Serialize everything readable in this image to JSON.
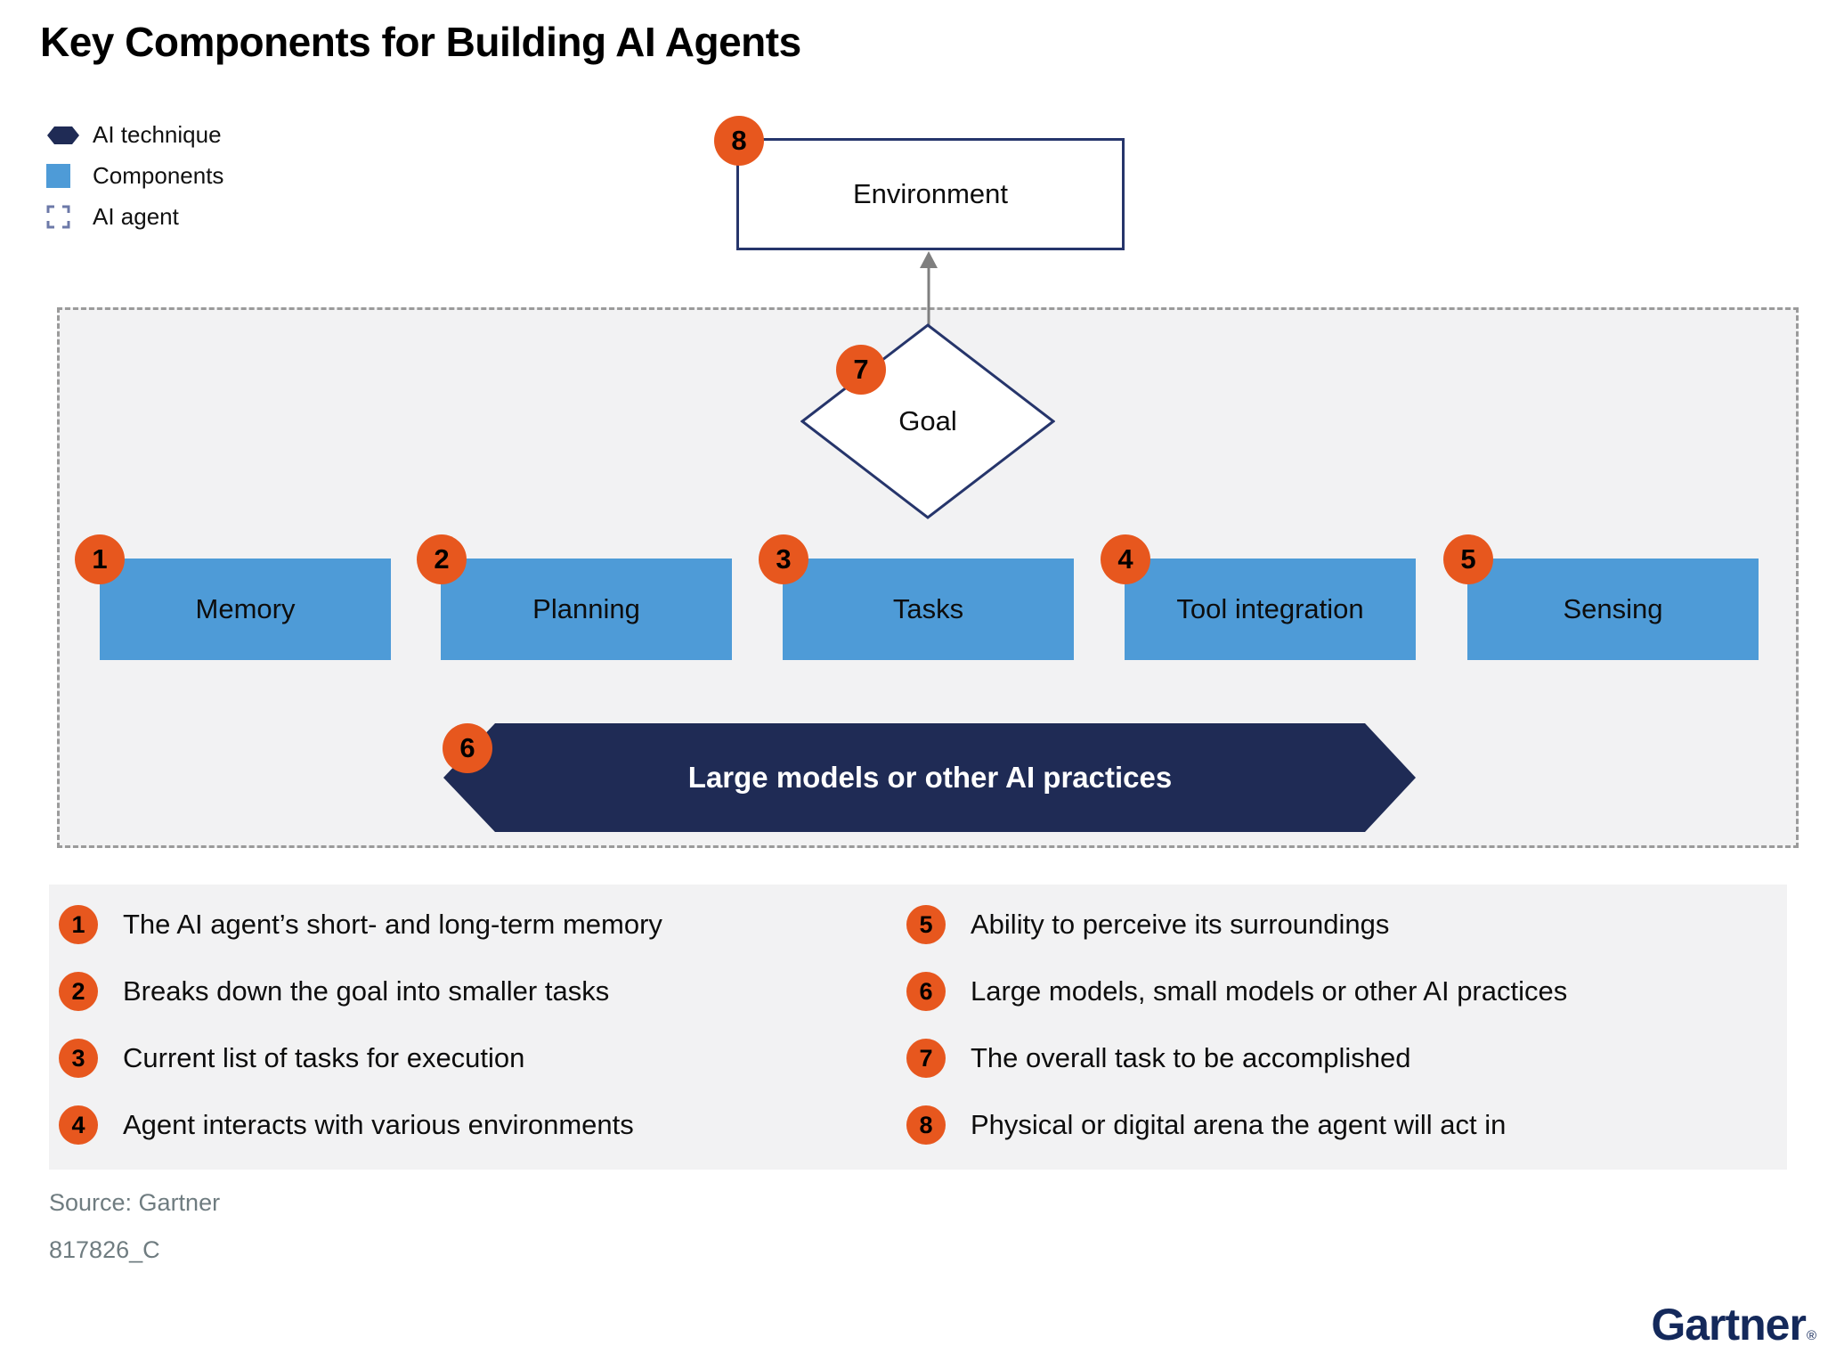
{
  "title": "Key Components for Building AI Agents",
  "colors": {
    "orange_badge": "#e7571e",
    "component_blue": "#4e9bd7",
    "navy_fill": "#1f2b55",
    "navy_border": "#26356b",
    "light_gray_bg": "#f2f2f3",
    "dash_gray": "#9b9b9b",
    "arrow_gray": "#7f7f7f",
    "source_gray": "#6f7c80",
    "logo_navy": "#14295b"
  },
  "legend": {
    "items": [
      {
        "icon": "hexagon-icon",
        "label": "AI technique"
      },
      {
        "icon": "square-icon",
        "label": "Components"
      },
      {
        "icon": "corner-brackets-icon",
        "label": "AI agent"
      }
    ]
  },
  "diagram": {
    "environment": {
      "number": "8",
      "label": "Environment"
    },
    "goal": {
      "number": "7",
      "label": "Goal"
    },
    "components": [
      {
        "number": "1",
        "label": "Memory"
      },
      {
        "number": "2",
        "label": "Planning"
      },
      {
        "number": "3",
        "label": "Tasks"
      },
      {
        "number": "4",
        "label": "Tool integration"
      },
      {
        "number": "5",
        "label": "Sensing"
      }
    ],
    "banner": {
      "number": "6",
      "label": "Large models or other AI practices"
    }
  },
  "key": {
    "left": [
      {
        "number": "1",
        "text": "The AI agent’s short- and long-term memory"
      },
      {
        "number": "2",
        "text": "Breaks down the goal into smaller tasks"
      },
      {
        "number": "3",
        "text": "Current list of tasks for execution"
      },
      {
        "number": "4",
        "text": "Agent interacts with various environments"
      }
    ],
    "right": [
      {
        "number": "5",
        "text": "Ability to perceive its surroundings"
      },
      {
        "number": "6",
        "text": "Large models, small models or other AI practices"
      },
      {
        "number": "7",
        "text": "The overall task to be accomplished"
      },
      {
        "number": "8",
        "text": "Physical or digital arena the agent will act in"
      }
    ]
  },
  "footer": {
    "source": "Source: Gartner",
    "code": "817826_C",
    "logo": "Gartner",
    "registered": "®"
  }
}
